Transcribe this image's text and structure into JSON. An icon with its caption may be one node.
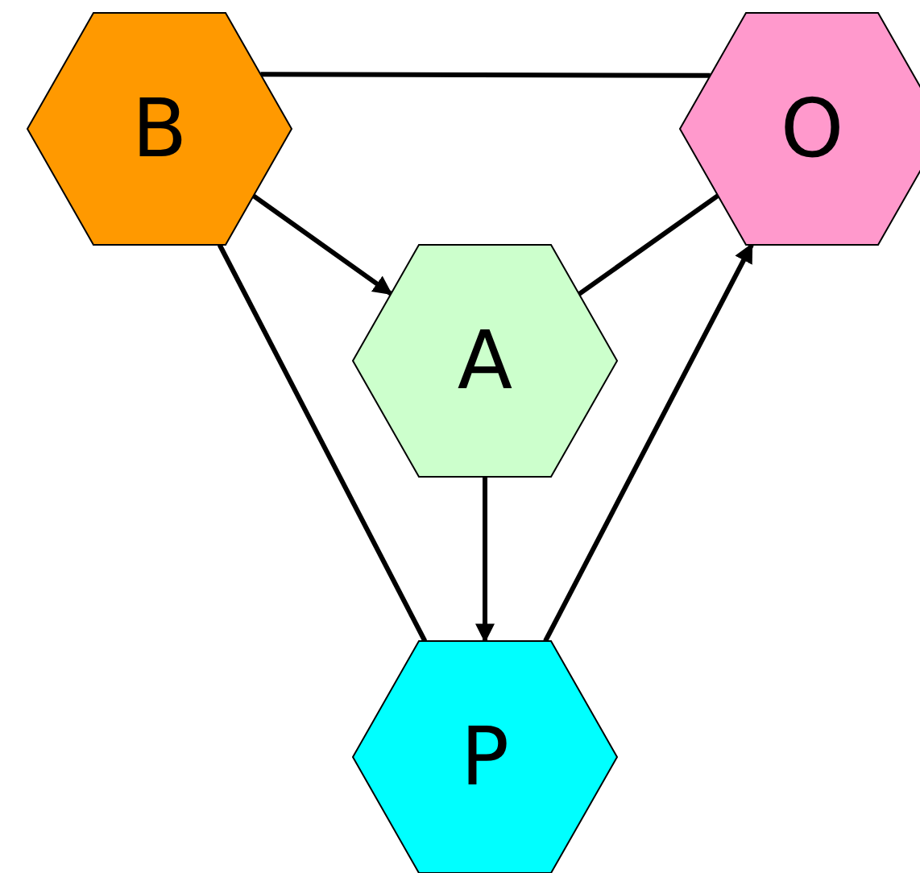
{
  "diagram": {
    "nodes": [
      {
        "text": [
          "B"
        ]
      },
      {
        "text": [
          "O"
        ]
      },
      {
        "text": [
          "A"
        ]
      },
      {
        "text": [
          "P"
        ]
      }
    ],
    "edges": [
      {
        "from": 0,
        "to": 1,
        "arrow": "none"
      },
      {
        "from": 0,
        "to": 2,
        "arrow": "to"
      },
      {
        "from": 1,
        "to": 2,
        "arrow": "none"
      },
      {
        "from": 2,
        "to": 3,
        "arrow": "to"
      },
      {
        "from": 0,
        "to": 3,
        "arrow": "none"
      },
      {
        "from": 3,
        "to": 1,
        "arrow": "to"
      }
    ]
  }
}
